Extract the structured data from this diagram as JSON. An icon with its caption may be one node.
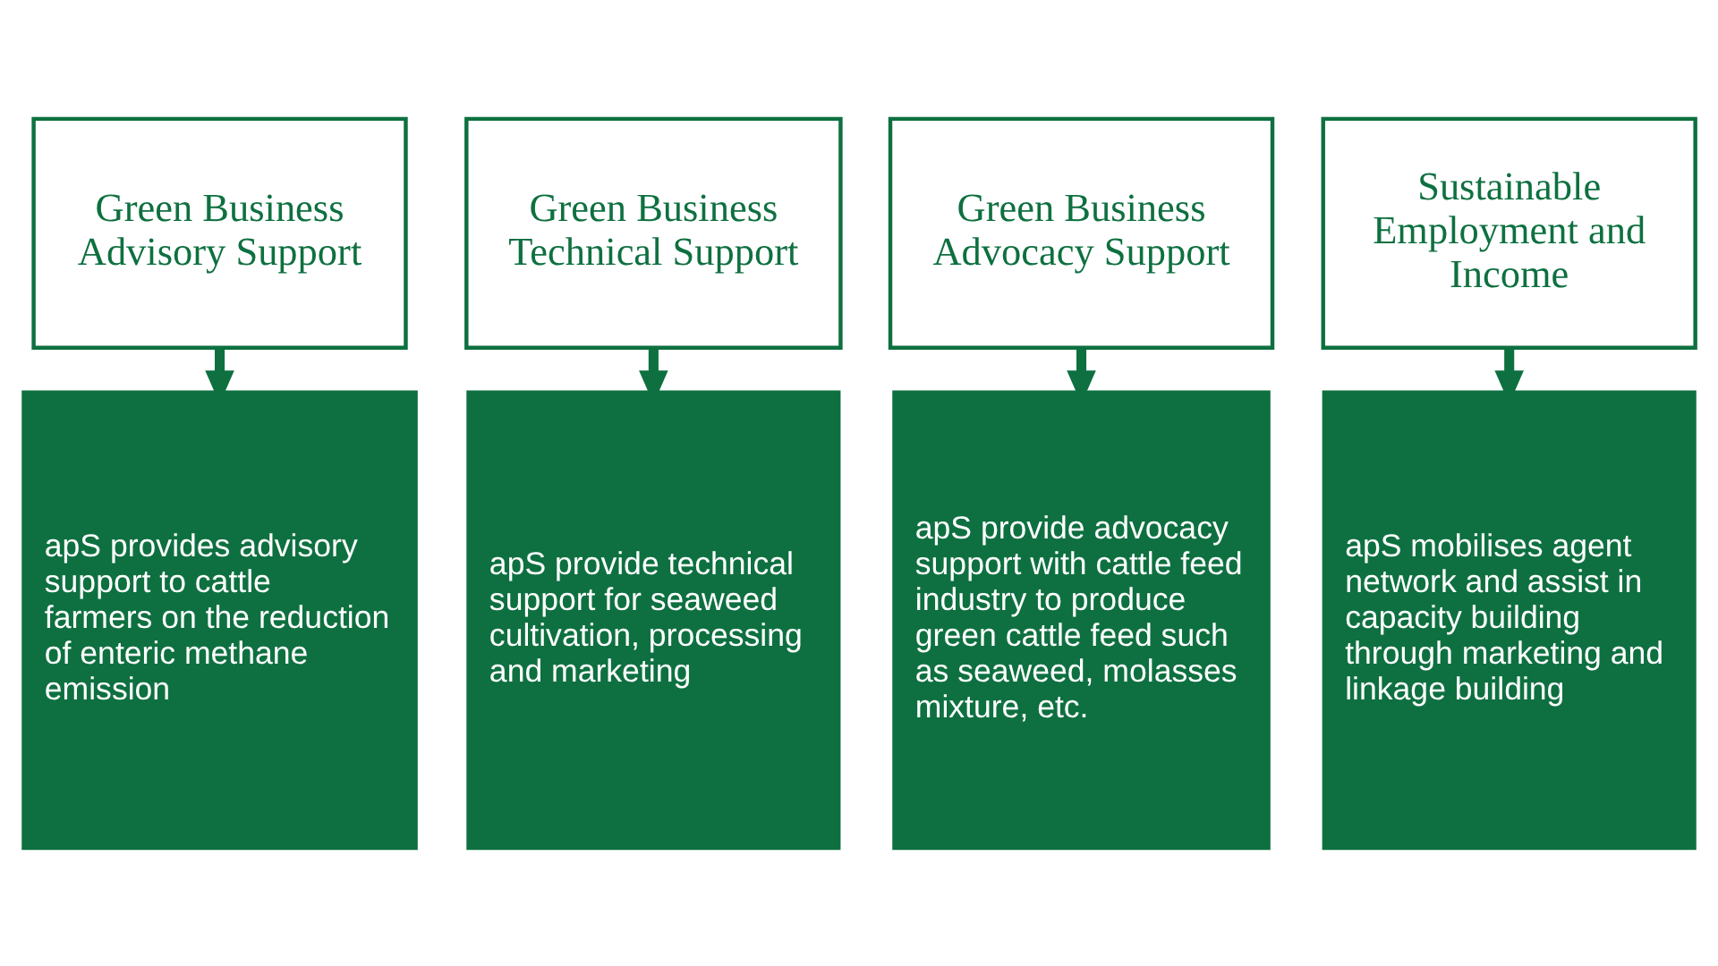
{
  "diagram": {
    "nodes": [
      {
        "text": [
          "Green Business Advisory Support"
        ]
      },
      {
        "text": [
          "Green Business Technical Support"
        ]
      },
      {
        "text": [
          "Green Business Advocacy Support"
        ]
      },
      {
        "text": [
          "Sustainable Employment and Income"
        ]
      },
      {
        "text": [
          "apS provides advisory support to cattle farmers on the reduction of enteric methane emission"
        ]
      },
      {
        "text": [
          "apS provide technical support for seaweed cultivation, processing and marketing"
        ]
      },
      {
        "text": [
          "apS provide advocacy support with cattle feed industry to produce green cattle feed such as seaweed, molasses mixture, etc."
        ]
      },
      {
        "text": [
          "apS mobilises agent network and assist in capacity building through marketing and linkage building"
        ]
      }
    ],
    "edges": [
      {
        "from": 0,
        "to": 4,
        "arrow": "to"
      },
      {
        "from": 1,
        "to": 5,
        "arrow": "to"
      },
      {
        "from": 2,
        "to": 6,
        "arrow": "to"
      },
      {
        "from": 3,
        "to": 7,
        "arrow": "to"
      }
    ]
  }
}
